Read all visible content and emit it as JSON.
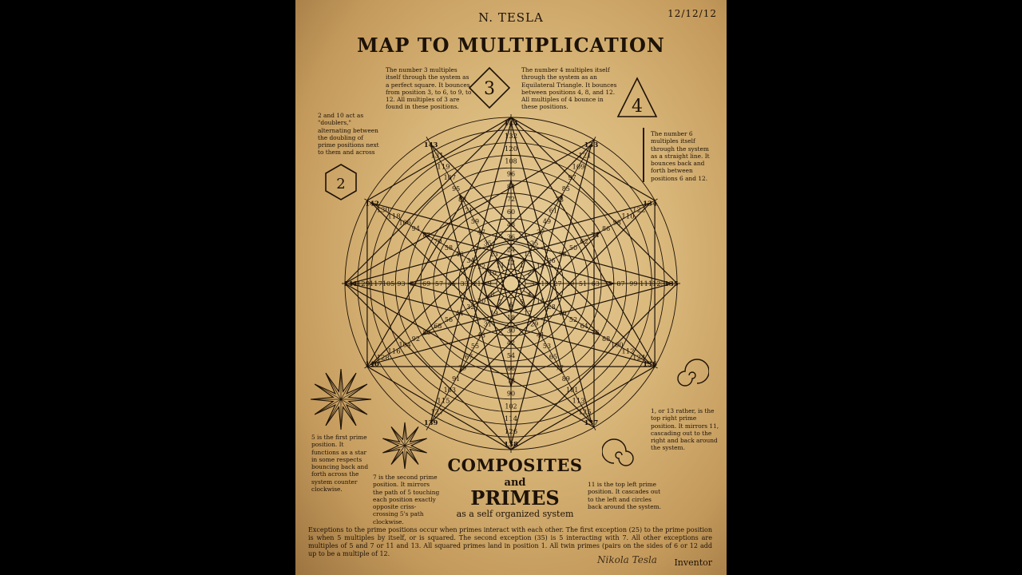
{
  "poster": {
    "author": "N. TESLA",
    "date": "12/12/12",
    "title": "MAP TO MULTIPLICATION",
    "badges": {
      "two": "2",
      "three": "3",
      "four": "4"
    },
    "notes": {
      "three": "The number 3 multiples itself through the system as a perfect square. It bounces from position 3, to 6, to 9, to 12. All multiples of 3 are found in these positions.",
      "four": "The number 4 multiples itself through the system as an Equilateral Triangle. It bounces between positions 4, 8, and 12. All multiples of 4 bounce in these positions.",
      "two": "2 and 10 act as \"doublers,\" alternating between the doubling of prime positions next to them and across",
      "six": "The number 6 multiples itself through the system as a straight line. It bounces back and forth between positions 6 and 12.",
      "five": "5 is the first prime position. It functions as a star in some respects bouncing back and forth across the system counter clockwise.",
      "seven": "7 is the second prime position. It mirrors the path of 5 touching each position exactly opposite criss-crossing 5's path clockwise.",
      "thirteen": "1, or 13 rather, is the top right prime position. It mirrors 11, cascading out to the right and back around the system.",
      "eleven": "11 is the top left prime position. It cascades out to the left and circles back around the system."
    },
    "composites": "COMPOSITES",
    "and": "and",
    "primes": "PRIMES",
    "subtitle": "as a self organized system",
    "footer": "Exceptions to the prime positions occur when primes interact with each other. The first exception (25) to the prime position is when 5 multiples by itself, or is squared. The second exception (35) is 5 interacting with 7. All other exceptions are multiples of 5 and 7 or 11 and 13. All squared primes land in position 1. All twin primes (pairs on the sides of 6 or 12 add up to be a multiple of 12.",
    "signature": "Nikola Tesla",
    "inventor": "Inventor"
  },
  "wheel": {
    "rings": 12,
    "positions": 12,
    "spokes": [
      [
        "12",
        "24",
        "36",
        "48",
        "60",
        "72",
        "84",
        "96",
        "108",
        "120",
        "132",
        "144"
      ],
      [
        "1",
        "13",
        "25",
        "37",
        "49",
        "61",
        "73",
        "85",
        "97",
        "109",
        "121",
        "133"
      ],
      [
        "2",
        "14",
        "26",
        "38",
        "50",
        "62",
        "74",
        "86",
        "98",
        "110",
        "122",
        "134"
      ],
      [
        "3",
        "15",
        "27",
        "39",
        "51",
        "63",
        "75",
        "87",
        "99",
        "111",
        "123",
        "135"
      ],
      [
        "4",
        "16",
        "28",
        "40",
        "52",
        "64",
        "76",
        "88",
        "100",
        "112",
        "124",
        "136"
      ],
      [
        "5",
        "17",
        "29",
        "41",
        "53",
        "65",
        "77",
        "89",
        "101",
        "113",
        "125",
        "137"
      ],
      [
        "6",
        "18",
        "30",
        "42",
        "54",
        "66",
        "78",
        "90",
        "102",
        "114",
        "126",
        "138"
      ],
      [
        "7",
        "19",
        "31",
        "43",
        "55",
        "67",
        "79",
        "91",
        "103",
        "115",
        "127",
        "139"
      ],
      [
        "8",
        "20",
        "32",
        "44",
        "56",
        "68",
        "80",
        "92",
        "104",
        "116",
        "128",
        "140"
      ],
      [
        "9",
        "21",
        "33",
        "45",
        "57",
        "69",
        "81",
        "93",
        "105",
        "117",
        "129",
        "141"
      ],
      [
        "10",
        "22",
        "34",
        "46",
        "58",
        "70",
        "82",
        "94",
        "106",
        "118",
        "130",
        "142"
      ],
      [
        "11",
        "23",
        "35",
        "47",
        "59",
        "71",
        "83",
        "95",
        "107",
        "119",
        "131",
        "143"
      ]
    ]
  },
  "colors": {
    "ink": "#1d1208",
    "parchment": "#d9b77a",
    "background": "#000000"
  }
}
